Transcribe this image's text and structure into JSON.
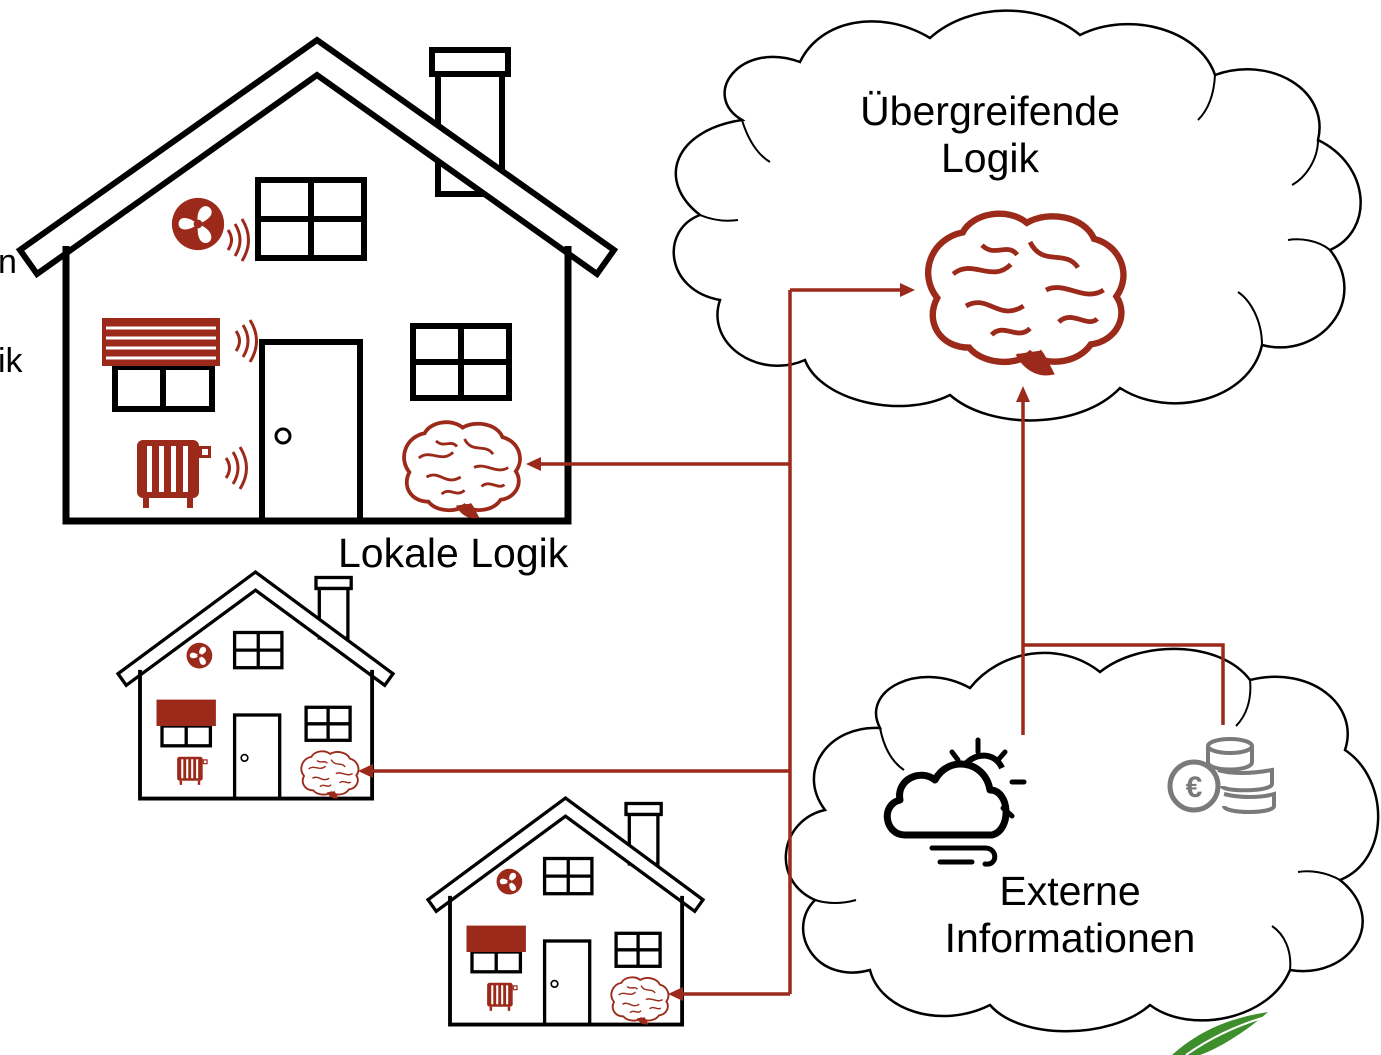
{
  "diagram": {
    "cloud_global_label": "Übergreifende Logik",
    "local_logic_label": "Lokale Logik",
    "cloud_external_label": "Externe Informationen",
    "cut_off_left_line1": "n",
    "cut_off_left_line2": "ik",
    "icons": {
      "house": "house-icon",
      "brain": "brain-icon",
      "fan": "fan-icon",
      "blind": "window-blind-icon",
      "radiator": "radiator-icon",
      "weather": "weather-cloud-sun-icon",
      "money": "euro-coins-icon",
      "logo": "leaf-logo-icon"
    },
    "colors": {
      "accent": "#9b2a1a",
      "line": "#000000",
      "background": "#ffffff",
      "money_icon": "#7a7a7a",
      "logo_green": "#3e8e2b"
    }
  }
}
